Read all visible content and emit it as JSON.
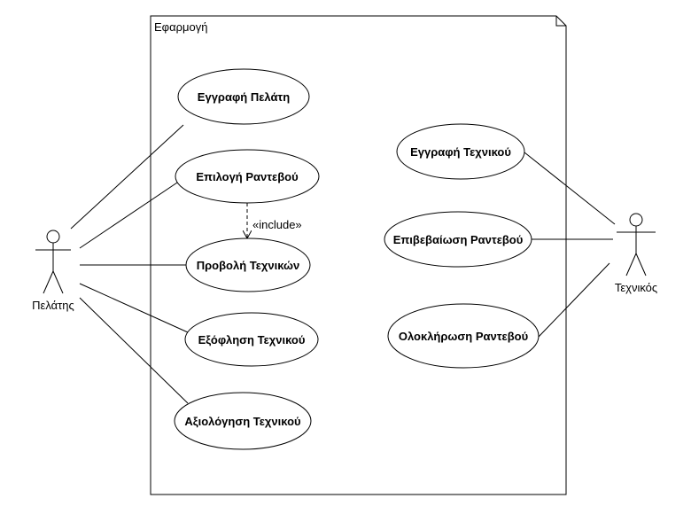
{
  "system": {
    "name": "Εφαρμογή"
  },
  "actors": {
    "customer": "Πελάτης",
    "technician": "Τεχνικός"
  },
  "use_cases": {
    "register_customer": "Εγγραφή Πελάτη",
    "select_appointment": "Επιλογή Ραντεβού",
    "view_technicians": "Προβολή Τεχνικών",
    "pay_technician": "Εξόφληση Τεχνικού",
    "rate_technician": "Αξιολόγηση Τεχνικού",
    "register_technician": "Εγγραφή Τεχνικού",
    "confirm_appointment": "Επιβεβαίωση Ραντεβού",
    "complete_appointment": "Ολοκλήρωση Ραντεβού"
  },
  "relations": {
    "include_label": "«include»"
  },
  "colors": {
    "line": "#000000",
    "background": "#ffffff"
  }
}
